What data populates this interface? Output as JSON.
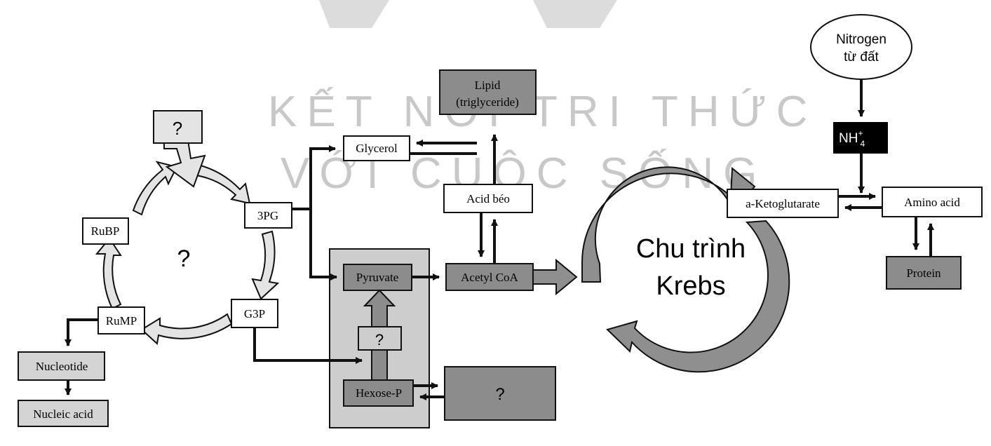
{
  "watermark": {
    "line1": "KẾT NỐI TRI THỨC",
    "line2": "VỚI CUỘC SỐNG"
  },
  "calvin": {
    "center_q": "?",
    "input_q": "?",
    "rubp": "RuBP",
    "pg3": "3PG",
    "g3p": "G3P",
    "rump": "RuMP"
  },
  "nucleotide": "Nucleotide",
  "nucleic_acid": "Nucleic acid",
  "glycerol": "Glycerol",
  "lipid_line1": "Lipid",
  "lipid_line2": "(triglyceride)",
  "acid_beo": "Acid béo",
  "pyruvate": "Pyruvate",
  "acetyl_coa": "Acetyl CoA",
  "mid_q": "?",
  "hexose_p": "Hexose-P",
  "hexose_product_q": "?",
  "krebs_line1": "Chu trình",
  "krebs_line2": "Krebs",
  "ketoglutarate": "a-Ketoglutarate",
  "amino_acid": "Amino acid",
  "protein": "Protein",
  "nitrogen_line1": "Nitrogen",
  "nitrogen_line2": "từ đất",
  "nh4_base": "NH",
  "nh4_sup": "+",
  "nh4_sub": "4",
  "colors": {
    "dark_box": "#8c8c8c",
    "light_box": "#d4d4d4",
    "panel": "#cdcdcd",
    "cycle_fill": "#e4e4e4",
    "krebs_fill": "#8f8f8f",
    "watermark": "#c8c8c8"
  }
}
